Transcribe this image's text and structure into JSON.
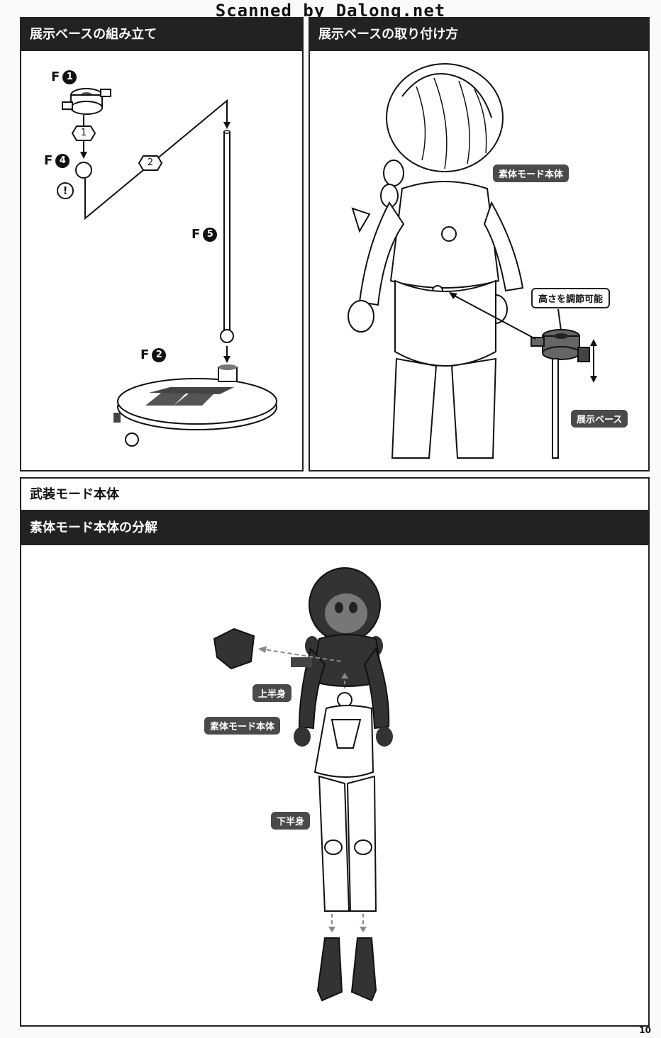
{
  "watermark": "Scanned by Dalong.net",
  "panels": {
    "stand_assembly": {
      "title": "展示ベースの組み立て",
      "parts": [
        {
          "letter": "F",
          "num": "1"
        },
        {
          "letter": "F",
          "num": "4"
        },
        {
          "letter": "F",
          "num": "5"
        },
        {
          "letter": "F",
          "num": "2"
        }
      ],
      "steps": [
        "1",
        "2"
      ],
      "caution": "!"
    },
    "stand_attach": {
      "title": "展示ベースの取り付け方",
      "body_label": "素体モード本体",
      "height_label": "高さを調節可能",
      "base_label": "展示ベース"
    },
    "armed_mode": {
      "title": "武装モード本体",
      "subtitle": "素体モード本体の分解",
      "upper_label": "上半身",
      "body_label": "素体モード本体",
      "lower_label": "下半身"
    }
  },
  "page_number": "10"
}
